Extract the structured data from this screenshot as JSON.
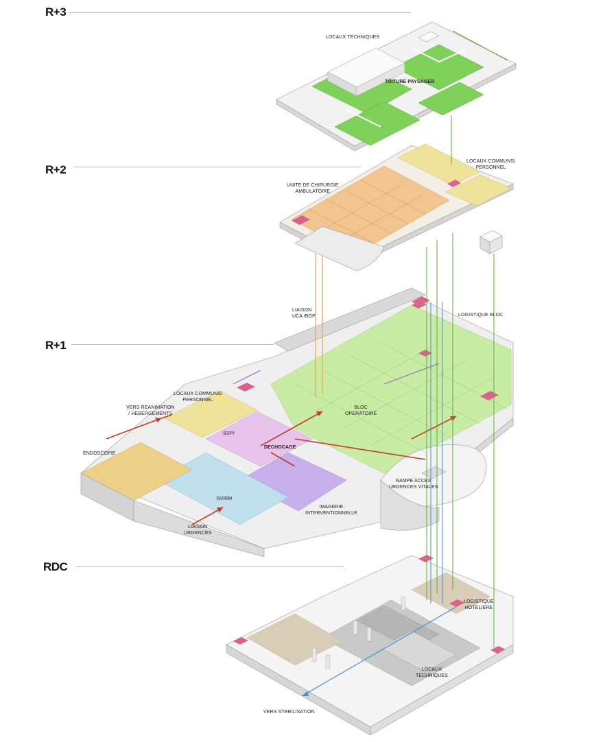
{
  "levels": {
    "r3": "R+3",
    "r2": "R+2",
    "r1": "R+1",
    "rdc": "RDC"
  },
  "labels": {
    "locaux_techniques_r3": "LOCAUX TECHNIQUES",
    "toiture_paysager": "TOITURE PAYSAGER",
    "locaux_communs_r2": "LOCAUX COMMUNS/\nPERSONNEL",
    "unite_chirurgie": "UNITE DE CHIRURGIE\nAMBULATOIRE",
    "liaison_uca": "LIAISON\nUCA /BOP",
    "logistique_bloc": "LOGISTIQUE BLOC",
    "locaux_communs_r1": "LOCAUX COMMUNS/\nPERSONNEL",
    "vers_reanimation": "VERS REANIMATION\n/ HEBERGEMENTS",
    "endoscopie": "ENDOSCOPIE",
    "sspi": "SSPI",
    "dechocage": "DECHOCAGE",
    "bloc_operatoire": "BLOC\nOPERATOIRE",
    "rampe_acces": "RAMPE ACCES\nURGENCES VITALES",
    "rm_irm": "RI/IRM",
    "imagerie": "IMAGERIE\nINTERVENTIONNELLE",
    "liaison_urgences": "LIAISON\nURGENCES",
    "logistique_hoteliere": "LOGISTIQUE\nHOTELIERE",
    "locaux_techniques_rdc": "LOCAUX\nTECHNIQUES",
    "vers_sterilisation": "VERS STERILISATION"
  },
  "colors": {
    "roof_green": "#7fd15a",
    "roof_white": "#f2f2f2",
    "uca_orange": "#f2c48f",
    "locaux_yellow": "#efe29a",
    "bloc_green": "#c9eca4",
    "sspi_pink": "#e8c3ec",
    "imagerie_purple": "#c8b0ec",
    "imagerie_blue": "#bfe0ec",
    "endoscopie_tan": "#ecd089",
    "rdc_grey": "#c9c9c9",
    "accent_red": "#c0392b",
    "link_orange": "#f0a050",
    "link_blue": "#4a8ad6",
    "link_green": "#5da83a",
    "link_violet": "#9966cc",
    "magenta": "#d9638c"
  }
}
